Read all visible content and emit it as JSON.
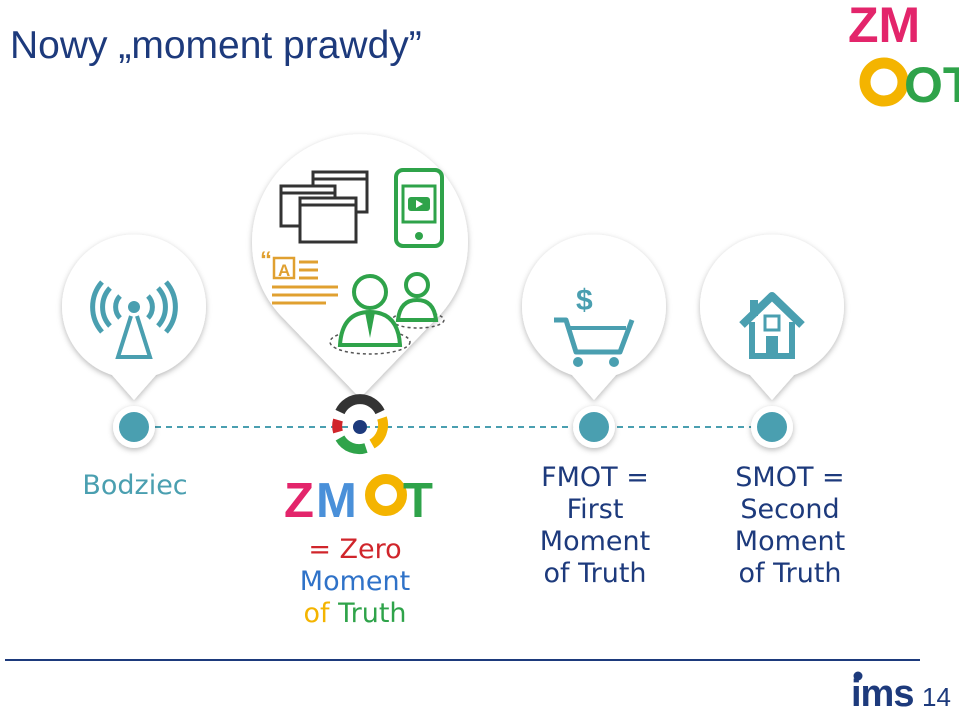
{
  "slide": {
    "title": "Nowy „moment prawdy”",
    "page_number": "14",
    "footer_logo": "ims"
  },
  "brand_logo": {
    "row1": "ZM",
    "row2": "OT"
  },
  "zmot_wordmark": "ZMOT",
  "stages": [
    {
      "id": "stimulus",
      "label": "Bodziec",
      "icon": "antenna-icon"
    },
    {
      "id": "zmot",
      "label_parts": [
        "= Zero",
        "Moment",
        "of",
        " Truth"
      ],
      "icons": [
        "browser-windows-icon",
        "smartphone-video-icon",
        "article-icon",
        "people-icon"
      ]
    },
    {
      "id": "fmot",
      "label_lines": [
        "FMOT =",
        "First",
        "Moment",
        "of Truth"
      ],
      "icon": "shopping-cart-dollar-icon"
    },
    {
      "id": "smot",
      "label_lines": [
        "SMOT =",
        "Second",
        "Moment",
        "of Truth"
      ],
      "icon": "house-icon"
    }
  ],
  "colors": {
    "navy": "#1d3a7c",
    "red": "#d0252b",
    "blue": "#2f72c8",
    "yellow": "#f4b400",
    "green": "#2fa34a",
    "teal": "#4a9fb0",
    "pink": "#e3256b",
    "logo_blue": "#4a90d9"
  }
}
